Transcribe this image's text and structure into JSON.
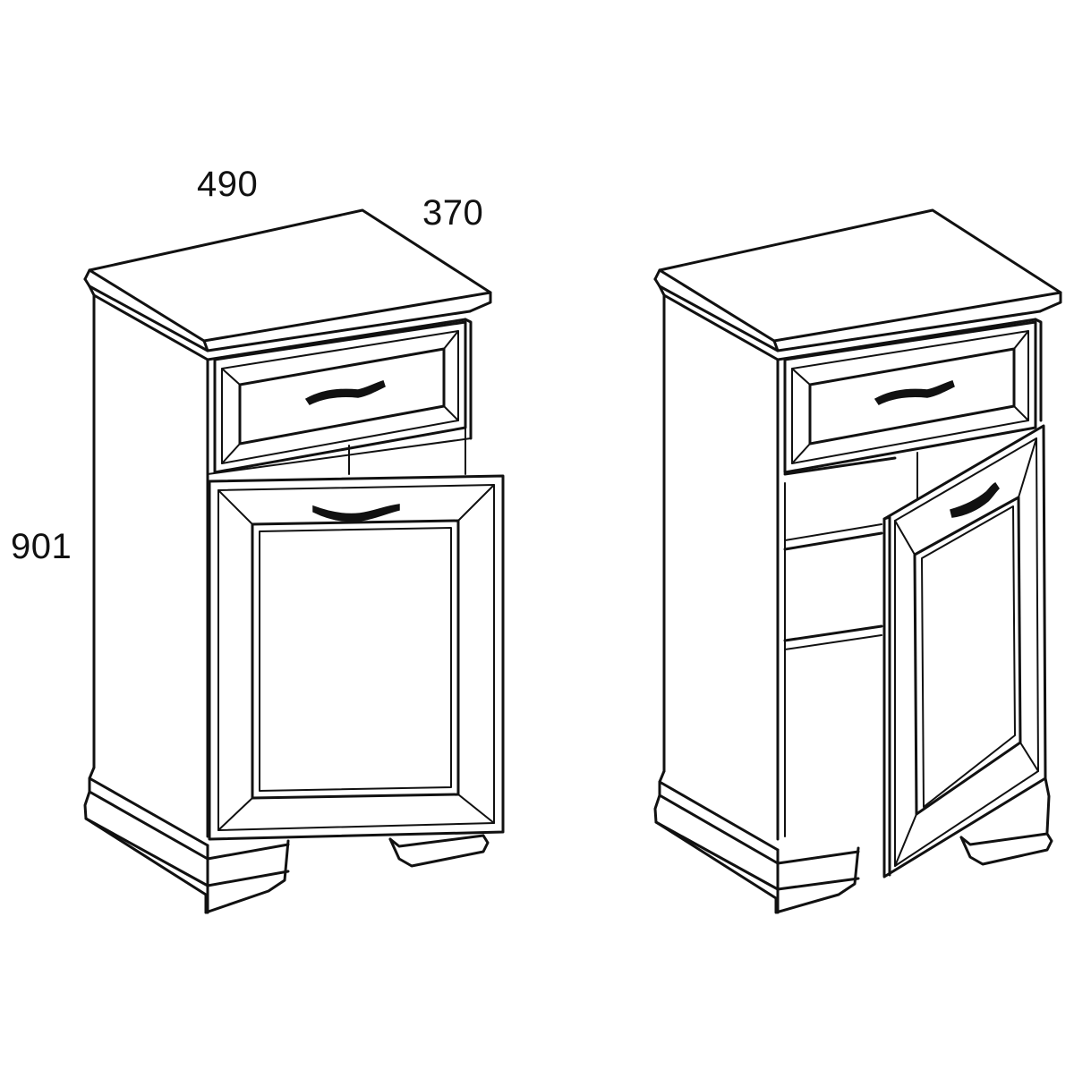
{
  "dimensions": {
    "width": "490",
    "depth": "370",
    "height": "901"
  },
  "colors": {
    "line": "#111111",
    "background": "#ffffff"
  },
  "views": [
    {
      "id": "closed-door-view",
      "door_state": "closed"
    },
    {
      "id": "open-door-view",
      "door_state": "open"
    }
  ]
}
